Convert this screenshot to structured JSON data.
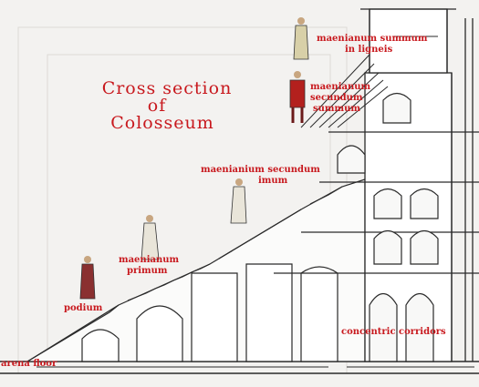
{
  "title": {
    "line1": "Cross section",
    "line2": "of",
    "line3": "Colosseum"
  },
  "labels": {
    "summum_in_ligneis_1": "maenianum summum",
    "summum_in_ligneis_2": "in ligneis",
    "secundum_summum_1": "maenianum",
    "secundum_summum_2": "secundum",
    "secundum_summum_3": "summum",
    "secundum_imum_1": "maenianium secundum",
    "secundum_imum_2": "imum",
    "primum_1": "maenianum",
    "primum_2": "primum",
    "podium": "podium",
    "arena_floor": "arena floor",
    "corridors": "concentric corridors"
  },
  "colors": {
    "label_red": "#c8191e",
    "line_dark": "#2a2a2a",
    "background": "#f3f2f0"
  }
}
